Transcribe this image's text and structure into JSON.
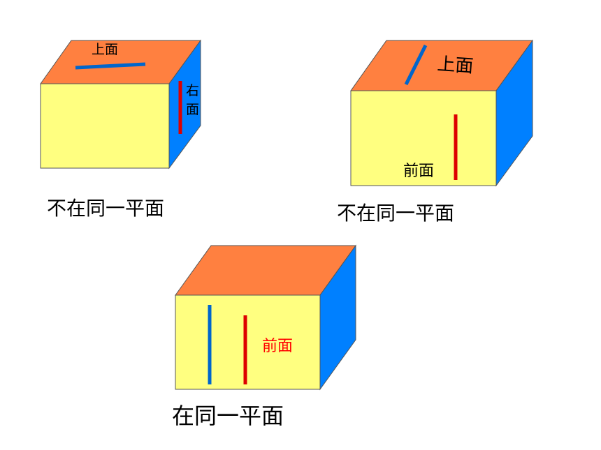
{
  "colors": {
    "front_face": "#ffff80",
    "top_face": "#ff8040",
    "side_face": "#0080ff",
    "blue_line": "#0066cc",
    "red_line": "#dd0000",
    "red_label": "#ff0000"
  },
  "cube1": {
    "top_label": "上面",
    "right_label_1": "右",
    "right_label_2": "面",
    "caption": "不在同一平面"
  },
  "cube2": {
    "top_label": "上面",
    "front_label": "前面",
    "caption": "不在同一平面"
  },
  "cube3": {
    "front_label": "前面",
    "caption": "在同一平面"
  }
}
